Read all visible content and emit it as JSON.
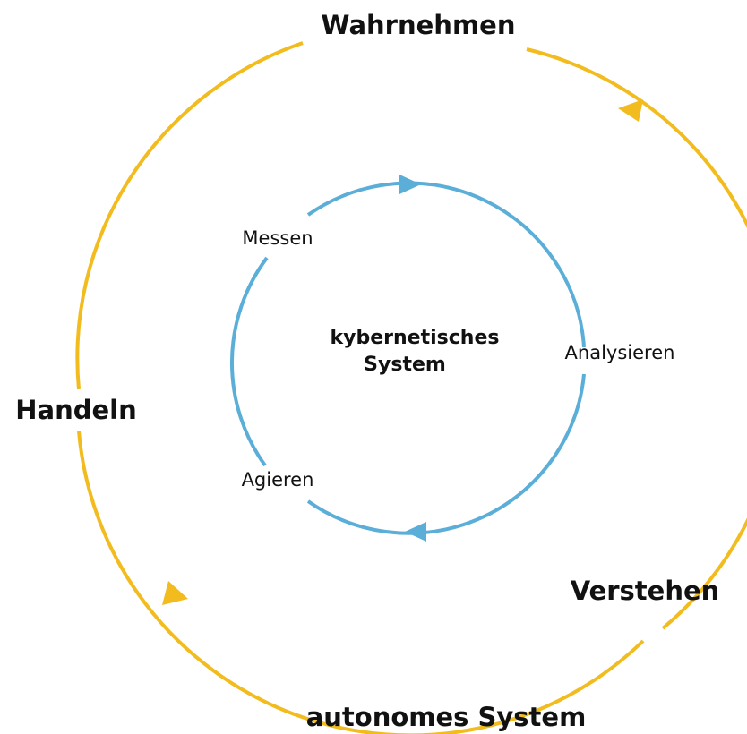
{
  "outer_cycle": {
    "title": "autonomes System",
    "steps": [
      "Wahrnehmen",
      "Verstehen",
      "Handeln"
    ],
    "color": "#F2BC1E"
  },
  "inner_cycle": {
    "title_line1": "kybernetisches",
    "title_line2": "System",
    "steps": [
      "Messen",
      "Analysieren",
      "Agieren"
    ],
    "color": "#5AAED8"
  }
}
